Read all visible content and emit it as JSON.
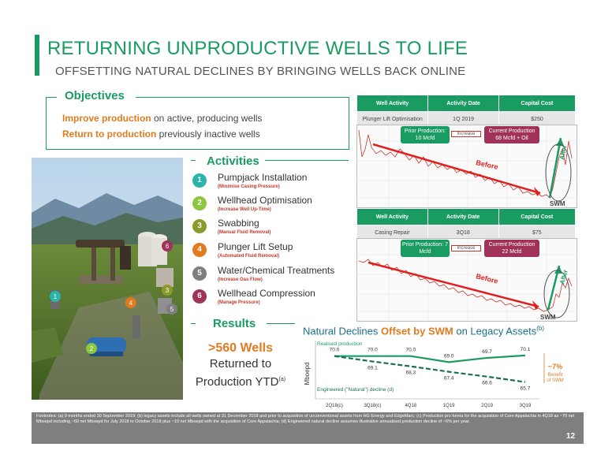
{
  "header": {
    "title": "RETURNING UNPRODUCTIVE WELLS TO LIFE",
    "subtitle": "OFFSETTING NATURAL DECLINES BY BRINGING WELLS BACK ONLINE"
  },
  "objectives": {
    "heading": "Objectives",
    "items": [
      {
        "highlight": "Improve production",
        "rest": " on active, producing wells"
      },
      {
        "highlight": "Return to production",
        "rest": " previously inactive wells"
      }
    ]
  },
  "activities": {
    "heading": "Activities",
    "items": [
      {
        "num": "1",
        "title": "Pumpjack Installation",
        "sub": "(Minimise Casing Pressure)",
        "color": "#2bb5a8"
      },
      {
        "num": "2",
        "title": "Wellhead Optimisation",
        "sub": "(Increase Well Up-Time)",
        "color": "#8dc63f"
      },
      {
        "num": "3",
        "title": "Swabbing",
        "sub": "(Manual Fluid Removal)",
        "color": "#8a9a2b"
      },
      {
        "num": "4",
        "title": "Plunger Lift Setup",
        "sub": "(Automated Fluid Removal)",
        "color": "#e07b1f"
      },
      {
        "num": "5",
        "title": "Water/Chemical Treatments",
        "sub": "(Increase Gas Flow)",
        "color": "#7f7f7f"
      },
      {
        "num": "6",
        "title": "Wellhead Compression",
        "sub": "(Manage Pressure)",
        "color": "#a0325a"
      }
    ]
  },
  "results": {
    "heading": "Results",
    "big": ">560 Wells",
    "line2": "Returned to",
    "line3": "Production YTD",
    "sup": "(a)"
  },
  "scene_markers": [
    "1",
    "2",
    "3",
    "4",
    "5",
    "6"
  ],
  "well_tables": [
    {
      "headers": [
        "Well Activity",
        "Activity Date",
        "Capital Cost"
      ],
      "row": [
        "Plunger Lift Optimisation",
        "1Q 2019",
        "$250"
      ],
      "prior": "Prior Production: 10 Mcfd",
      "increase": "Increase",
      "current": "Current Production 68 Mcfd + Oil",
      "before": "Before",
      "after": "After",
      "swm": "SWM"
    },
    {
      "headers": [
        "Well Activity",
        "Activity Date",
        "Capital Cost"
      ],
      "row": [
        "Casing Repair",
        "3Q18",
        "$75"
      ],
      "prior": "Prior Production: 7 Mcfd",
      "increase": "Increase",
      "current": "Current Production 22 Mcfd",
      "before": "Before",
      "after": "After",
      "swm": "SWM"
    }
  ],
  "chart_title": {
    "pre": "Natural Declines ",
    "highlight": "Offset by SWM",
    "post": " on Legacy Assets",
    "sup": "(b)"
  },
  "chart_data": {
    "type": "line",
    "ylabel": "Mboepd",
    "categories": [
      "2Q18(c)",
      "3Q18(c)",
      "4Q18",
      "1Q19",
      "2Q19",
      "3Q19"
    ],
    "series": [
      {
        "name": "Realised production",
        "values": [
          70.0,
          70.0,
          70.0,
          69.0,
          69.7,
          70.1
        ],
        "color": "#1a9b62"
      },
      {
        "name": "Engineered (\"Natural\") decline (d)",
        "values": [
          70.0,
          69.1,
          68.3,
          67.4,
          66.6,
          65.7
        ],
        "color": "#1a6f55"
      }
    ],
    "annotation": {
      "value": "~7%",
      "line1": "Benefit",
      "line2": "of SWM"
    },
    "ylim": [
      65,
      71
    ]
  },
  "footer": {
    "footnote": "Footnotes: (a) 9 months ended 30 September 2019; (b) legacy assets include all wells owned at 31 December 2018 and prior to acquisition of unconventional assets from HG Energy and EdgeMarc; (c) Production pro forma for the acquisition of Core Appalachia in 4Q18 as ~70 net Mboepd including ~60 net Mboepd for July 2018 to October 2018 plus ~10 net Mboepd with the acquisition of Core Appalachia; (d) Engineered natural decline assumes illustrative annualised production decline of ~6% per year.",
    "page": "12"
  }
}
